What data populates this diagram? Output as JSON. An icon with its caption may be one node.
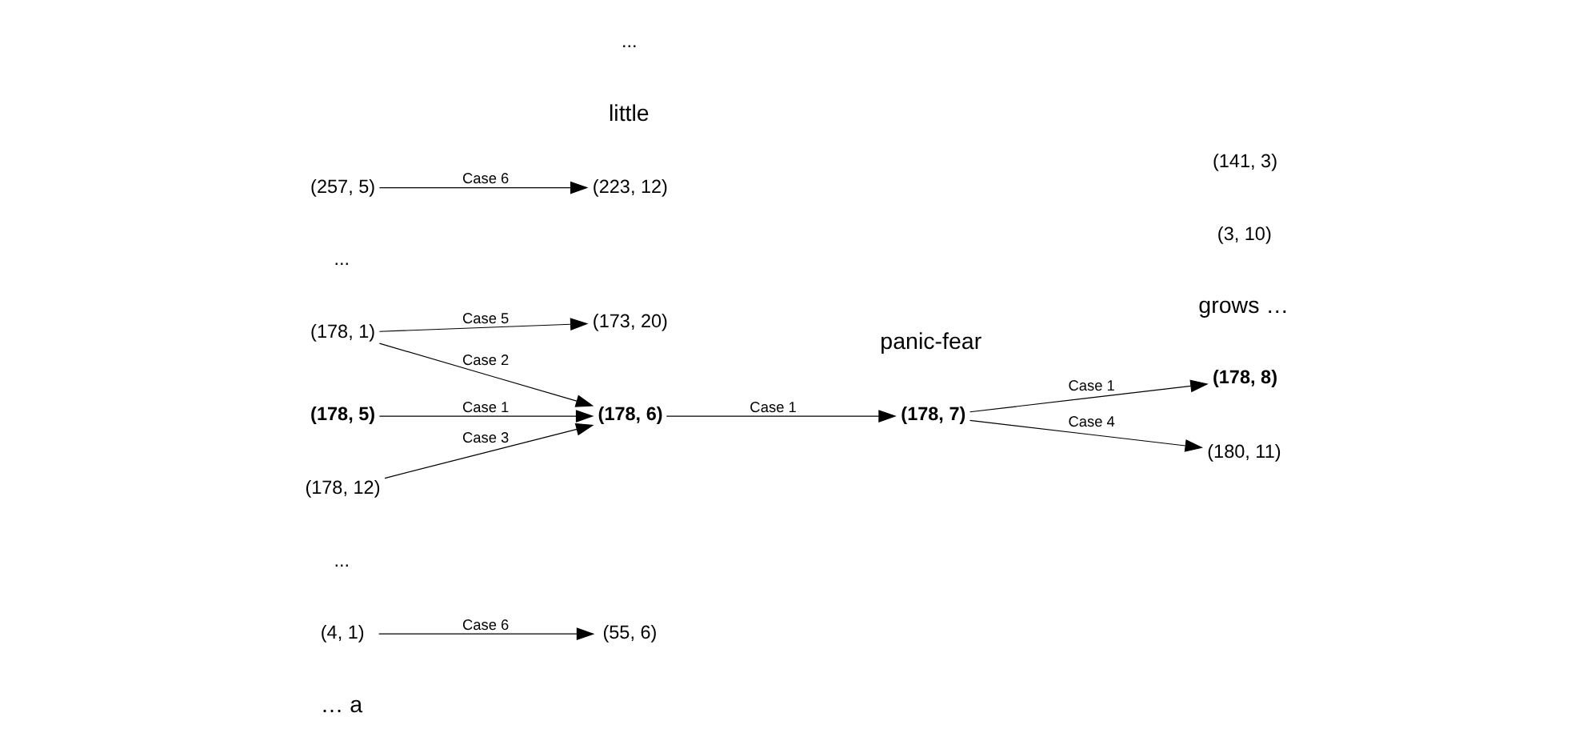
{
  "diagram": {
    "nodes": [
      {
        "text": [
          "(4, 1)"
        ]
      },
      {
        "text": [
          "(178, 1)"
        ]
      },
      {
        "text": [
          "(178, 5)"
        ]
      },
      {
        "text": [
          "(178, 12)"
        ]
      },
      {
        "text": [
          "(257, 5)"
        ]
      },
      {
        "text": [
          "(55, 6)"
        ]
      },
      {
        "text": [
          "(173, 20)"
        ]
      },
      {
        "text": [
          "(178, 6)"
        ]
      },
      {
        "text": [
          "(223, 12)"
        ]
      },
      {
        "text": [
          "(178, 7)"
        ]
      },
      {
        "text": [
          "(178, 8)"
        ]
      },
      {
        "text": [
          "(180, 11)"
        ]
      }
    ],
    "edges": [
      {
        "from": 0,
        "to": 5,
        "arrow": "to",
        "label": "Case 6"
      },
      {
        "from": 1,
        "to": 6,
        "arrow": "to",
        "label": "Case 5"
      },
      {
        "from": 1,
        "to": 7,
        "arrow": "to",
        "label": "Case 2"
      },
      {
        "from": 2,
        "to": 7,
        "arrow": "to",
        "label": "Case 1"
      },
      {
        "from": 3,
        "to": 7,
        "arrow": "to",
        "label": "Case 3"
      },
      {
        "from": 4,
        "to": 8,
        "arrow": "to",
        "label": "Case 6"
      },
      {
        "from": 7,
        "to": 9,
        "arrow": "to",
        "label": "Case 1"
      },
      {
        "from": 9,
        "to": 10,
        "arrow": "to",
        "label": "Case 1"
      },
      {
        "from": 9,
        "to": 11,
        "arrow": "to",
        "label": "Case 4"
      }
    ],
    "labels": [
      "… a",
      "little",
      "panic-fear",
      "grows …",
      "(3, 10)",
      "...",
      "...",
      "(141, 3)",
      "..."
    ]
  }
}
